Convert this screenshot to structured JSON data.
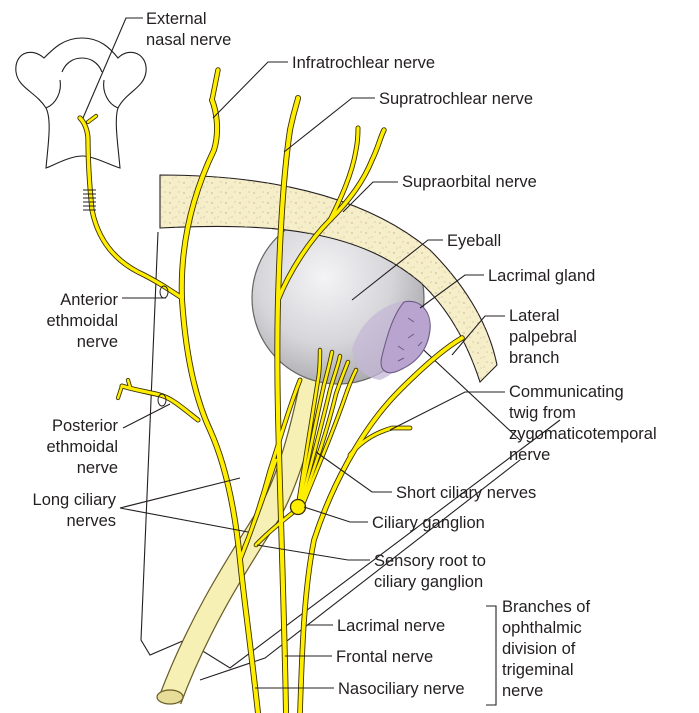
{
  "colors": {
    "nerve": "#ffee00",
    "nerve_outline": "#3b3000",
    "bone": "#f6eec9",
    "eyeball": "#d8d8dc",
    "lacrimal_gland": "#b9a3cf",
    "optic_nerve": "#f7f0b4",
    "line": "#231f20"
  },
  "icons": {
    "nose": "nose-outline-icon"
  },
  "labels": {
    "external_nasal": [
      "External",
      "nasal nerve"
    ],
    "infratrochlear": "Infratrochlear nerve",
    "supratrochlear": "Supratrochlear nerve",
    "supraorbital": "Supraorbital nerve",
    "eyeball": "Eyeball",
    "lacrimal_gland": "Lacrimal gland",
    "lateral_palpebral": [
      "Lateral",
      "palpebral",
      "branch"
    ],
    "anterior_ethmoidal": [
      "Anterior",
      "ethmoidal",
      "nerve"
    ],
    "communicating": [
      "Communicating",
      "twig from",
      "zygomaticotemporal",
      "nerve"
    ],
    "posterior_ethmoidal": [
      "Posterior",
      "ethmoidal",
      "nerve"
    ],
    "short_ciliary": "Short ciliary nerves",
    "long_ciliary": [
      "Long ciliary",
      "nerves"
    ],
    "ciliary_ganglion": "Ciliary ganglion",
    "sensory_root": [
      "Sensory root to",
      "ciliary ganglion"
    ],
    "lacrimal_nerve": "Lacrimal nerve",
    "frontal_nerve": "Frontal nerve",
    "nasociliary_nerve": "Nasociliary nerve",
    "branches_group": [
      "Branches of",
      "ophthalmic",
      "division of",
      "trigeminal",
      "nerve"
    ]
  }
}
